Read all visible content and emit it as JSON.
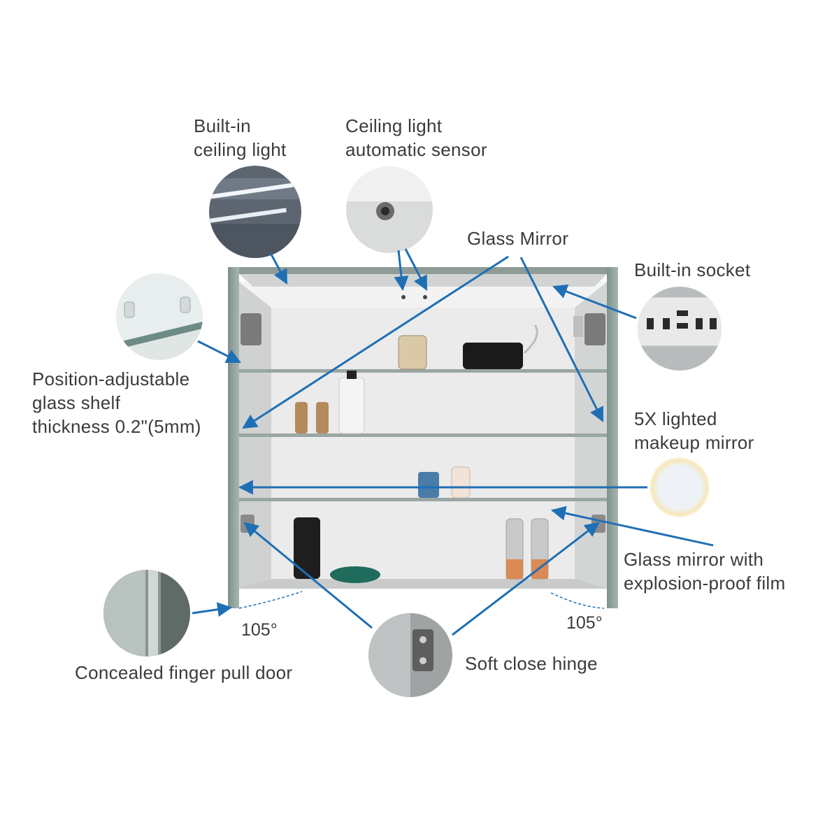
{
  "labels": {
    "ceiling_light": {
      "line1": "Built-in",
      "line2": "ceiling light"
    },
    "sensor": {
      "line1": "Ceiling light",
      "line2": "automatic sensor"
    },
    "glass_mirror": "Glass Mirror",
    "socket": "Built-in socket",
    "shelf": {
      "line1": "Position-adjustable",
      "line2": "glass shelf",
      "line3": "thickness 0.2\"(5mm)"
    },
    "makeup_mirror": {
      "line1": "5X lighted",
      "line2": "makeup mirror"
    },
    "explosion_film": {
      "line1": "Glass mirror with",
      "line2": "explosion-proof film"
    },
    "finger_pull": "Concealed finger pull door",
    "hinge": "Soft close hinge"
  },
  "angles": {
    "left": "105°",
    "right": "105°"
  },
  "colors": {
    "arrow": "#1f6fb5",
    "cabinet_frame": "#8a9a95",
    "interior": "#e6e6e6",
    "text": "#3b3b3b"
  },
  "icons": [
    "ceiling-light-detail",
    "sensor-detail",
    "socket-detail",
    "shelf-bracket-detail",
    "makeup-mirror-detail",
    "finger-pull-detail",
    "hinge-detail"
  ]
}
